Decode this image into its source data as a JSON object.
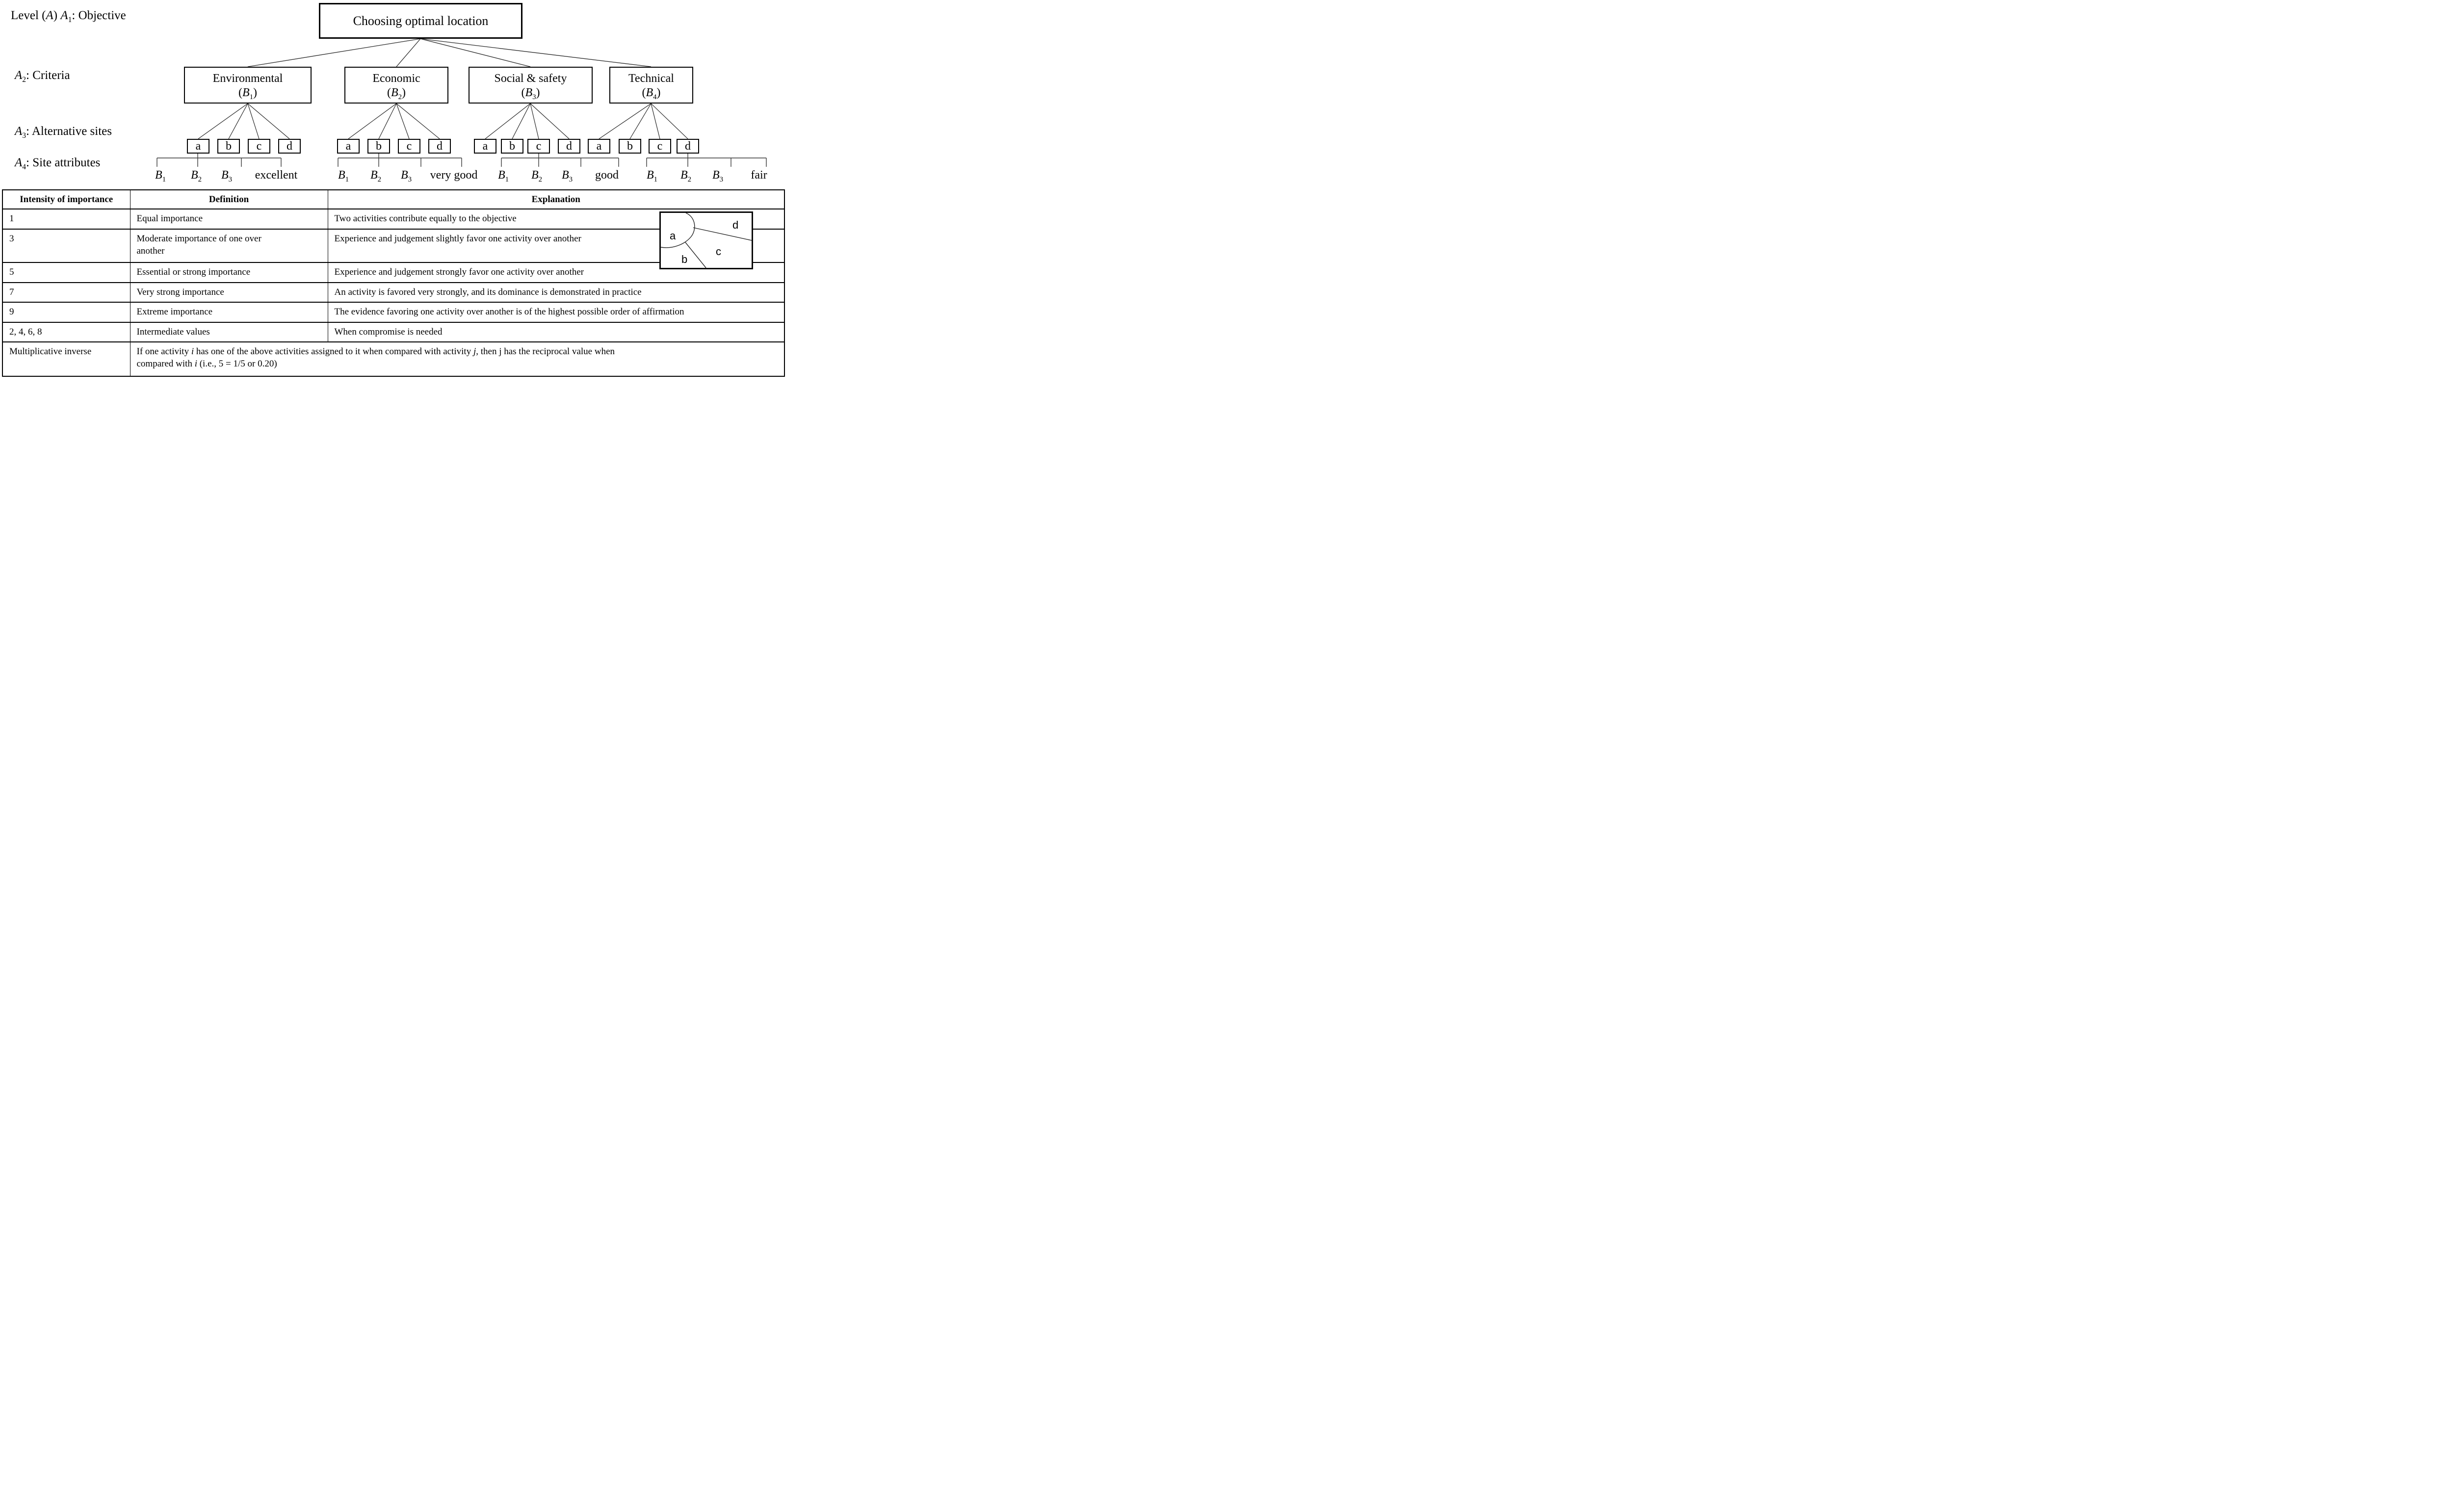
{
  "punct": {
    "lp": "(",
    "rp": ") "
  },
  "levels": {
    "l1": {
      "p1": "Level ",
      "lp": "(",
      "var": "A",
      "rp": ") ",
      "var2": "A",
      "sub": "1",
      "suffix": ": Objective"
    },
    "l2": {
      "var": "A",
      "sub": "2",
      "suffix": ": Criteria"
    },
    "l3": {
      "var": "A",
      "sub": "3",
      "suffix": ": Alternative sites"
    },
    "l4": {
      "var": "A",
      "sub": "4",
      "suffix": ": Site attributes"
    }
  },
  "tree": {
    "objective": "Choosing optimal location",
    "criteria": [
      {
        "name": "Environmental",
        "b": "B",
        "sub": "1"
      },
      {
        "name": "Economic",
        "b": "B",
        "sub": "2"
      },
      {
        "name": "Social & safety",
        "b": "B",
        "sub": "3"
      },
      {
        "name": "Technical",
        "b": "B",
        "sub": "4"
      }
    ],
    "groups": [
      {
        "sites": [
          "a",
          "b",
          "c",
          "d"
        ],
        "attrs": [
          {
            "b": "B",
            "sub": "1"
          },
          {
            "b": "B",
            "sub": "2"
          },
          {
            "b": "B",
            "sub": "3"
          }
        ],
        "rating": "excellent"
      },
      {
        "sites": [
          "a",
          "b",
          "c",
          "d"
        ],
        "attrs": [
          {
            "b": "B",
            "sub": "1"
          },
          {
            "b": "B",
            "sub": "2"
          },
          {
            "b": "B",
            "sub": "3"
          }
        ],
        "rating": "very good"
      },
      {
        "sites": [
          "a",
          "b",
          "c",
          "d"
        ],
        "attrs": [
          {
            "b": "B",
            "sub": "1"
          },
          {
            "b": "B",
            "sub": "2"
          },
          {
            "b": "B",
            "sub": "3"
          }
        ],
        "rating": "good"
      },
      {
        "sites": [
          "a",
          "b",
          "c",
          "d"
        ],
        "attrs": [
          {
            "b": "B",
            "sub": "1"
          },
          {
            "b": "B",
            "sub": "2"
          },
          {
            "b": "B",
            "sub": "3"
          }
        ],
        "rating": "fair"
      }
    ]
  },
  "inset": {
    "a": "a",
    "b": "b",
    "c": "c",
    "d": "d"
  },
  "table": {
    "headers": [
      "Intensity of importance",
      "Definition",
      "Explanation"
    ],
    "rows": [
      {
        "intensity": "1",
        "definition": "Equal importance",
        "explanation": "Two activities contribute equally to the objective"
      },
      {
        "intensity": "3",
        "definition": "Moderate importance of one over\nanother",
        "explanation": "Experience and judgement slightly favor one activity over another"
      },
      {
        "intensity": "5",
        "definition": "Essential or strong importance",
        "explanation": "Experience and judgement strongly favor one activity over another"
      },
      {
        "intensity": "7",
        "definition": "Very strong importance",
        "explanation": "An activity is favored very strongly, and its dominance is demonstrated in practice"
      },
      {
        "intensity": "9",
        "definition": "Extreme importance",
        "explanation": "The evidence favoring one activity over another is of the highest possible order of affirmation"
      },
      {
        "intensity": "2, 4, 6, 8",
        "definition": "Intermediate values",
        "explanation": "When compromise is needed"
      }
    ],
    "last_row": {
      "intensity": "Multiplicative inverse",
      "p1": "If one activity ",
      "i1": "i",
      "p2": " has one of the above activities assigned to it when compared with activity ",
      "j1": "j",
      "p3": ", then j has the reciprocal value when\ncompared with ",
      "i2": "i",
      "p4": " (i.e., 5 = 1/5 or 0.20)"
    }
  }
}
